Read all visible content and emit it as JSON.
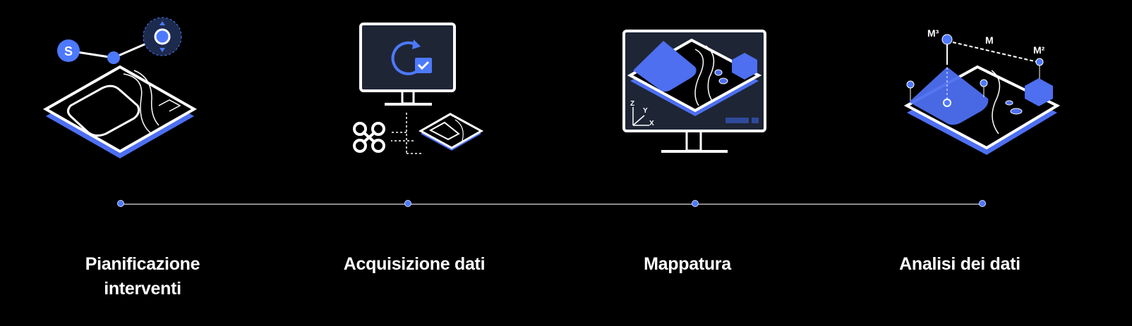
{
  "steps": [
    {
      "label_line1": "Pianificazione",
      "label_line2": "interventi",
      "icon": "flight-planning-map-icon",
      "marker": "S"
    },
    {
      "label_line1": "Acquisizione dati",
      "label_line2": "",
      "icon": "drone-data-acquisition-icon"
    },
    {
      "label_line1": "Mappatura",
      "label_line2": "",
      "icon": "mapping-monitor-icon",
      "axes": {
        "z": "Z",
        "y": "Y",
        "x": "X"
      }
    },
    {
      "label_line1": "Analisi dei dati",
      "label_line2": "",
      "icon": "data-analysis-measure-icon",
      "measures": {
        "volume": "M³",
        "length": "M",
        "area": "M²"
      }
    }
  ],
  "colors": {
    "background": "#000000",
    "accent": "#4d79ff",
    "line": "#8a8a8a",
    "text": "#ffffff"
  }
}
